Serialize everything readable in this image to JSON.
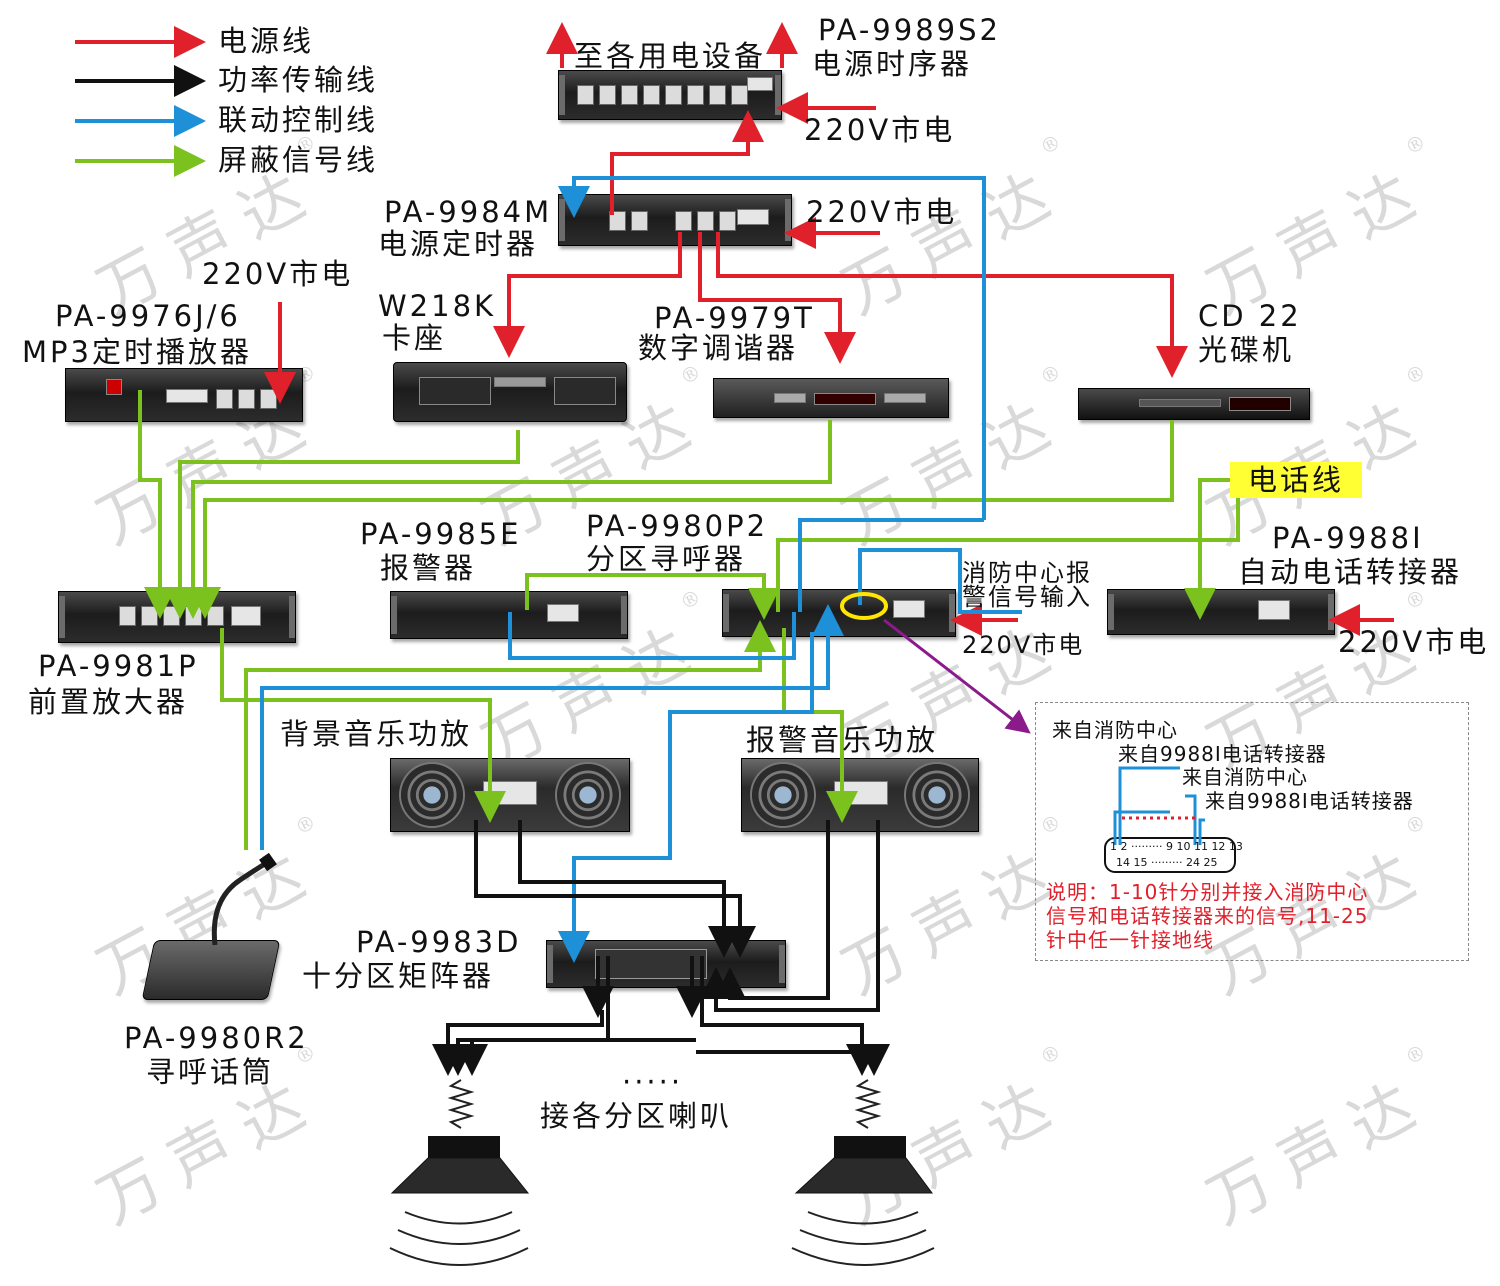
{
  "legend": [
    {
      "label": "电源线",
      "color": "#e0202a"
    },
    {
      "label": "功率传输线",
      "color": "#111111"
    },
    {
      "label": "联动控制线",
      "color": "#1e90d8"
    },
    {
      "label": "屏蔽信号线",
      "color": "#7cc21f"
    }
  ],
  "watermark": {
    "text": "万声达",
    "reg": "®"
  },
  "devices": {
    "sequencer": {
      "model": "PA-9989S2",
      "name": "电源时序器",
      "out_label": "至各用电设备",
      "power_label": "220V市电"
    },
    "timer": {
      "model": "PA-9984M",
      "name": "电源定时器",
      "power_label": "220V市电"
    },
    "mp3": {
      "model": "PA-9976J/6",
      "name": "MP3定时播放器",
      "power_label": "220V市电"
    },
    "cassette": {
      "model": "W218K",
      "name": "卡座"
    },
    "tuner": {
      "model": "PA-9979T",
      "name": "数字调谐器"
    },
    "cd": {
      "model": "CD 22",
      "name": "光碟机"
    },
    "phone_line": {
      "label": "电话线"
    },
    "preamp": {
      "model": "PA-9981P",
      "name": "前置放大器"
    },
    "alarm": {
      "model": "PA-9985E",
      "name": "报警器"
    },
    "pager": {
      "model": "PA-9980P2",
      "name": "分区寻呼器",
      "fire_input": "消防中心报",
      "fire_input2": "警信号输入",
      "power_label": "220V市电"
    },
    "phone_transfer": {
      "model": "PA-9988I",
      "name": "自动电话转接器",
      "power_label": "220V市电"
    },
    "bg_amp": {
      "name": "背景音乐功放"
    },
    "alarm_amp": {
      "name": "报警音乐功放"
    },
    "matrix": {
      "model": "PA-9983D",
      "name": "十分区矩阵器"
    },
    "mic": {
      "model": "PA-9980R2",
      "name": "寻呼话筒"
    },
    "speakers": {
      "label": "接各分区喇叭",
      "dots": "·····"
    }
  },
  "detail": {
    "lines": [
      "来自消防中心",
      "来自9988I电话转接器",
      "来自消防中心",
      "来自9988I电话转接器"
    ],
    "pins_top": "1 2 ········· 9 10 11 12 13",
    "pins_bottom": "14 15 ········· 24 25",
    "note": [
      "说明：1-10针分别并接入消防中心",
      "信号和电话转接器来的信号,11-25",
      "针中任一针接地线"
    ]
  }
}
